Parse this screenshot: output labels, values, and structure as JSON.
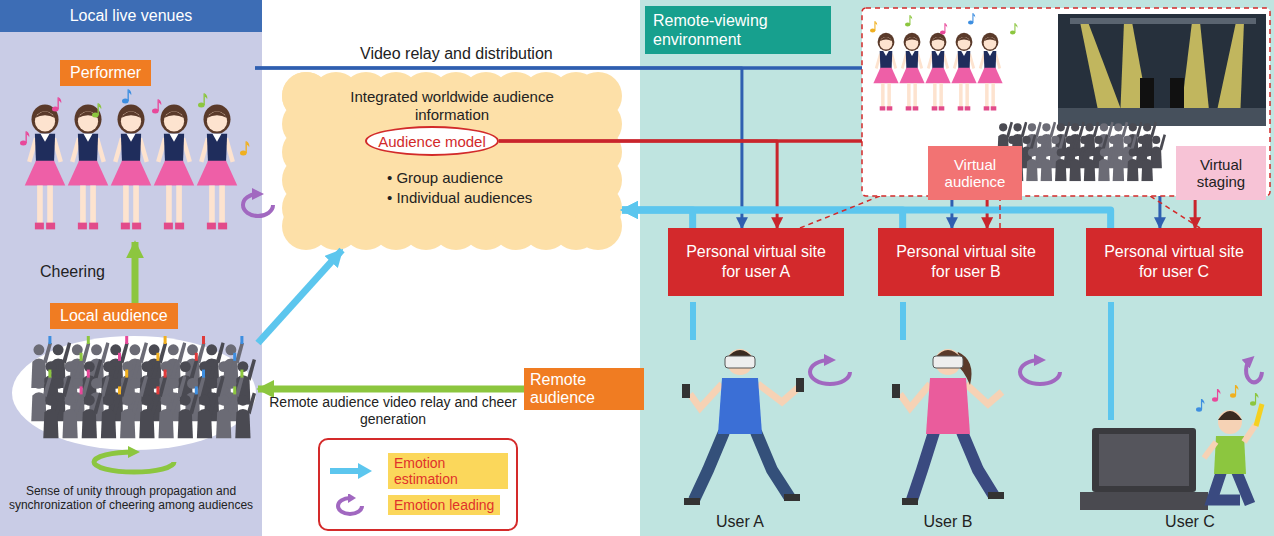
{
  "diagram": {
    "nodes": [
      {
        "text": [
          "Local live venues"
        ]
      },
      {
        "text": [
          "Performer"
        ],
        "in": 0
      },
      {
        "text": [
          "Local audience"
        ],
        "in": 0
      },
      {
        "text": [
          "Remote-viewing environment"
        ]
      },
      {
        "text": [
          "Integrated worldwide audience information",
          "• Group audience",
          "• Individual audiences"
        ]
      },
      {
        "text": [
          "Audience model"
        ],
        "in": 4
      },
      {
        "text": [
          "Personal virtual site for user A"
        ],
        "in": 3
      },
      {
        "text": [
          "Personal virtual site for user B"
        ],
        "in": 3
      },
      {
        "text": [
          "Personal virtual site for user C"
        ],
        "in": 3
      },
      {
        "text": [
          "Remote audience"
        ]
      },
      {
        "text": [
          "Virtual audience"
        ],
        "in": 3
      },
      {
        "text": [
          "Virtual staging"
        ],
        "in": 3
      }
    ],
    "edges": [
      {
        "from": 1,
        "to": 6,
        "arrow": "to"
      },
      {
        "from": 1,
        "to": 7,
        "arrow": "to"
      },
      {
        "from": 1,
        "to": 8,
        "arrow": "to"
      },
      {
        "from": 5,
        "to": 6,
        "arrow": "to"
      },
      {
        "from": 5,
        "to": 7,
        "arrow": "to"
      },
      {
        "from": 5,
        "to": 8,
        "arrow": "to"
      },
      {
        "from": 6,
        "to": 4,
        "arrow": "to"
      },
      {
        "from": 7,
        "to": 4,
        "arrow": "to"
      },
      {
        "from": 8,
        "to": 4,
        "arrow": "to"
      },
      {
        "from": 2,
        "to": 4,
        "arrow": "to"
      },
      {
        "from": 2,
        "to": 1,
        "arrow": "to"
      },
      {
        "from": 9,
        "to": 2,
        "arrow": "to"
      }
    ],
    "labels": [
      "Video relay and distribution",
      "Cheering",
      "Sense of unity through propagation and synchronization of cheering among audiences",
      "Remote audience video relay and cheer generation",
      "User A",
      "User B",
      "User C"
    ],
    "legend": [
      {
        "text": "Emotion estimation"
      },
      {
        "text": "Emotion leading"
      }
    ]
  }
}
